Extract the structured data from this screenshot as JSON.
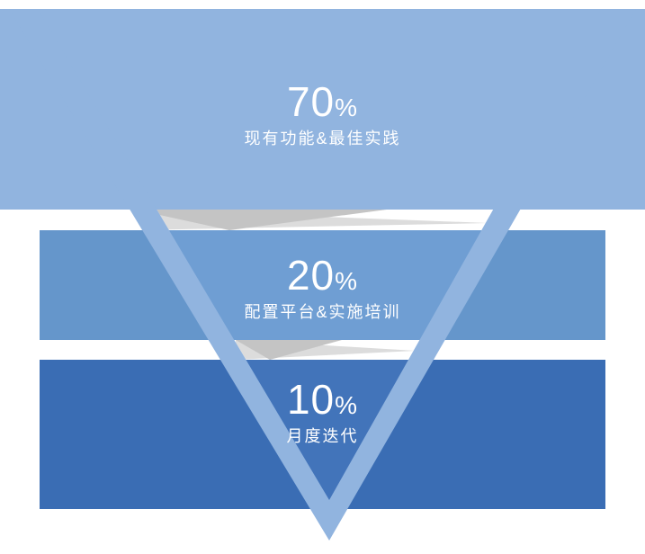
{
  "diagram": {
    "type": "inverted-funnel",
    "segments": [
      {
        "value": "70",
        "unit": "%",
        "caption": "现有功能&最佳实践"
      },
      {
        "value": "20",
        "unit": "%",
        "caption": "配置平台&实施培训"
      },
      {
        "value": "10",
        "unit": "%",
        "caption": "月度迭代"
      }
    ]
  },
  "chart_data": {
    "type": "funnel",
    "categories": [
      "现有功能&最佳实践",
      "配置平台&实施培训",
      "月度迭代"
    ],
    "values": [
      70,
      20,
      10
    ],
    "unit": "%",
    "title": "",
    "legend": "none",
    "layout": "inverted triangle over three horizontal bands"
  },
  "colors": {
    "background": "#ffffff",
    "funnel_light": "#91B4DF",
    "band_top": "#91B4DF",
    "band_middle": "#6596CB",
    "band_middle_inner": "#6F9ED3",
    "band_bottom": "#3A6DB4",
    "band_bottom_inner": "#4274BA",
    "fold_gray_light": "#DCDCDC",
    "fold_gray_dark": "#C4C4C4",
    "text": "#ffffff"
  }
}
